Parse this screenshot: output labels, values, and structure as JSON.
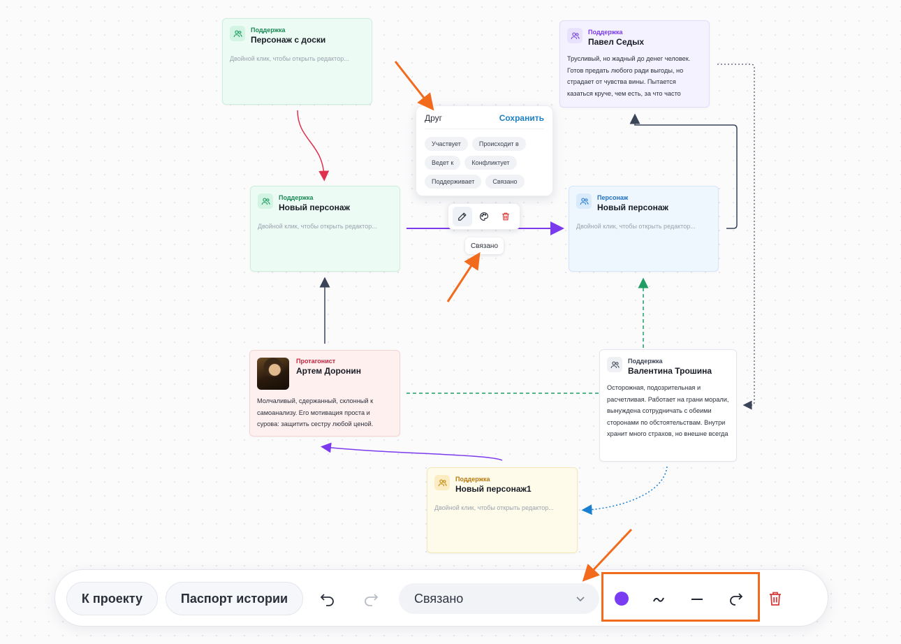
{
  "colors": {
    "accent_violet": "#7c3aed",
    "annotation_orange": "#f26a1b",
    "save_blue": "#1b7fc2",
    "delete_red": "#d83a3a"
  },
  "nodes": {
    "n1": {
      "role": "Поддержка",
      "name": "Персонаж с доски",
      "hint": "Двойной клик, чтобы открыть редактор...",
      "icon": "users-icon"
    },
    "n2": {
      "role": "Поддержка",
      "name": "Павел Седых",
      "desc": "Трусливый, но жадный до денег человек. Готов предать любого ради выгоды, но страдает от чувства вины. Пытается казаться круче, чем есть, за что часто",
      "icon": "users-icon"
    },
    "n3": {
      "role": "Поддержка",
      "name": "Новый персонаж",
      "hint": "Двойной клик, чтобы открыть редактор...",
      "icon": "users-icon"
    },
    "n4": {
      "role": "Персонаж",
      "name": "Новый персонаж",
      "hint": "Двойной клик, чтобы открыть редактор...",
      "icon": "users-icon"
    },
    "n5": {
      "role": "Протагонист",
      "name": "Артем Доронин",
      "desc": "Молчаливый, сдержанный, склонный к самоанализу. Его мотивация проста и сурова: защитить сестру любой ценой."
    },
    "n6": {
      "role": "Поддержка",
      "name": "Валентина Трошина",
      "desc": "Осторожная, подозрительная и расчетливая. Работает на грани морали, вынуждена сотрудничать с обеими сторонами по обстоятельствам. Внутри хранит много страхов, но внешне всегда",
      "icon": "users-icon"
    },
    "n7": {
      "role": "Поддержка",
      "name": "Новый персонаж1",
      "hint": "Двойной клик, чтобы открыть редактор...",
      "icon": "users-icon"
    }
  },
  "relation_popup": {
    "title": "Друг",
    "save_label": "Сохранить",
    "chips": [
      "Участвует",
      "Происходит в",
      "Ведет к",
      "Конфликтует",
      "Поддерживает",
      "Связано"
    ]
  },
  "edge_tools": {
    "edit_icon": "pencil-icon",
    "color_icon": "palette-icon",
    "delete_icon": "trash-icon"
  },
  "edge_label": "Связано",
  "toolbar": {
    "back_label": "К проекту",
    "passport_label": "Паспорт истории",
    "undo_icon": "undo-icon",
    "redo_icon": "redo-icon",
    "relation_select": "Связано",
    "style_color": "#7a3cf0",
    "curve_icon": "curve-icon",
    "straight_icon": "line-icon",
    "arrow_icon": "arrow-end-icon",
    "delete_icon": "trash-icon"
  }
}
